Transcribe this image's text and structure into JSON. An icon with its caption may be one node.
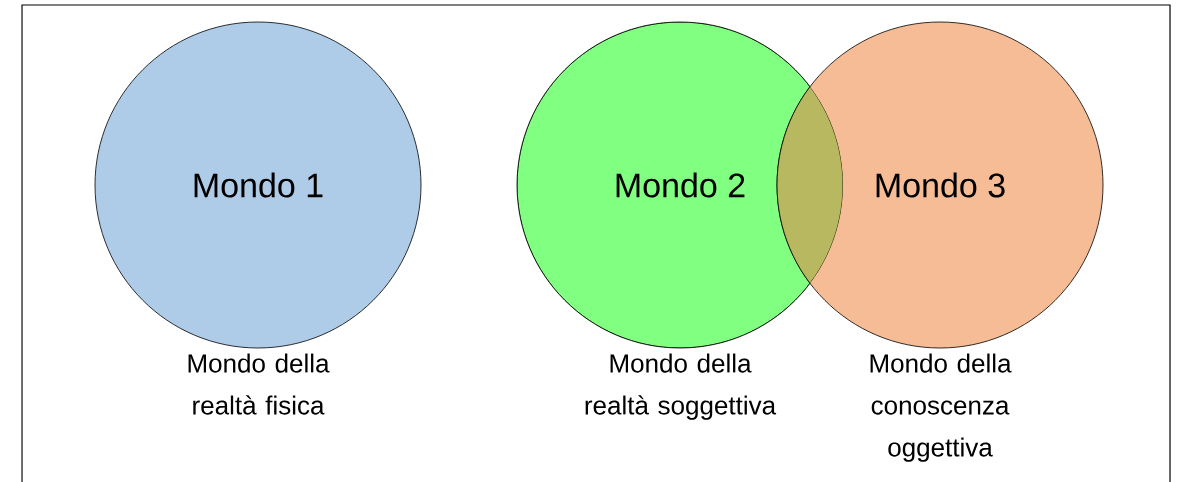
{
  "diagram": {
    "nodes": [
      {
        "text": [
          "Mondo 1"
        ],
        "beside": [
          "Mondo della realtà fisica"
        ]
      },
      {
        "text": [
          "Mondo 2"
        ],
        "beside": [
          "Mondo della realtà soggettiva"
        ]
      },
      {
        "text": [
          "Mondo 3"
        ],
        "beside": [
          "Mondo della conoscenza oggettiva"
        ]
      }
    ]
  }
}
